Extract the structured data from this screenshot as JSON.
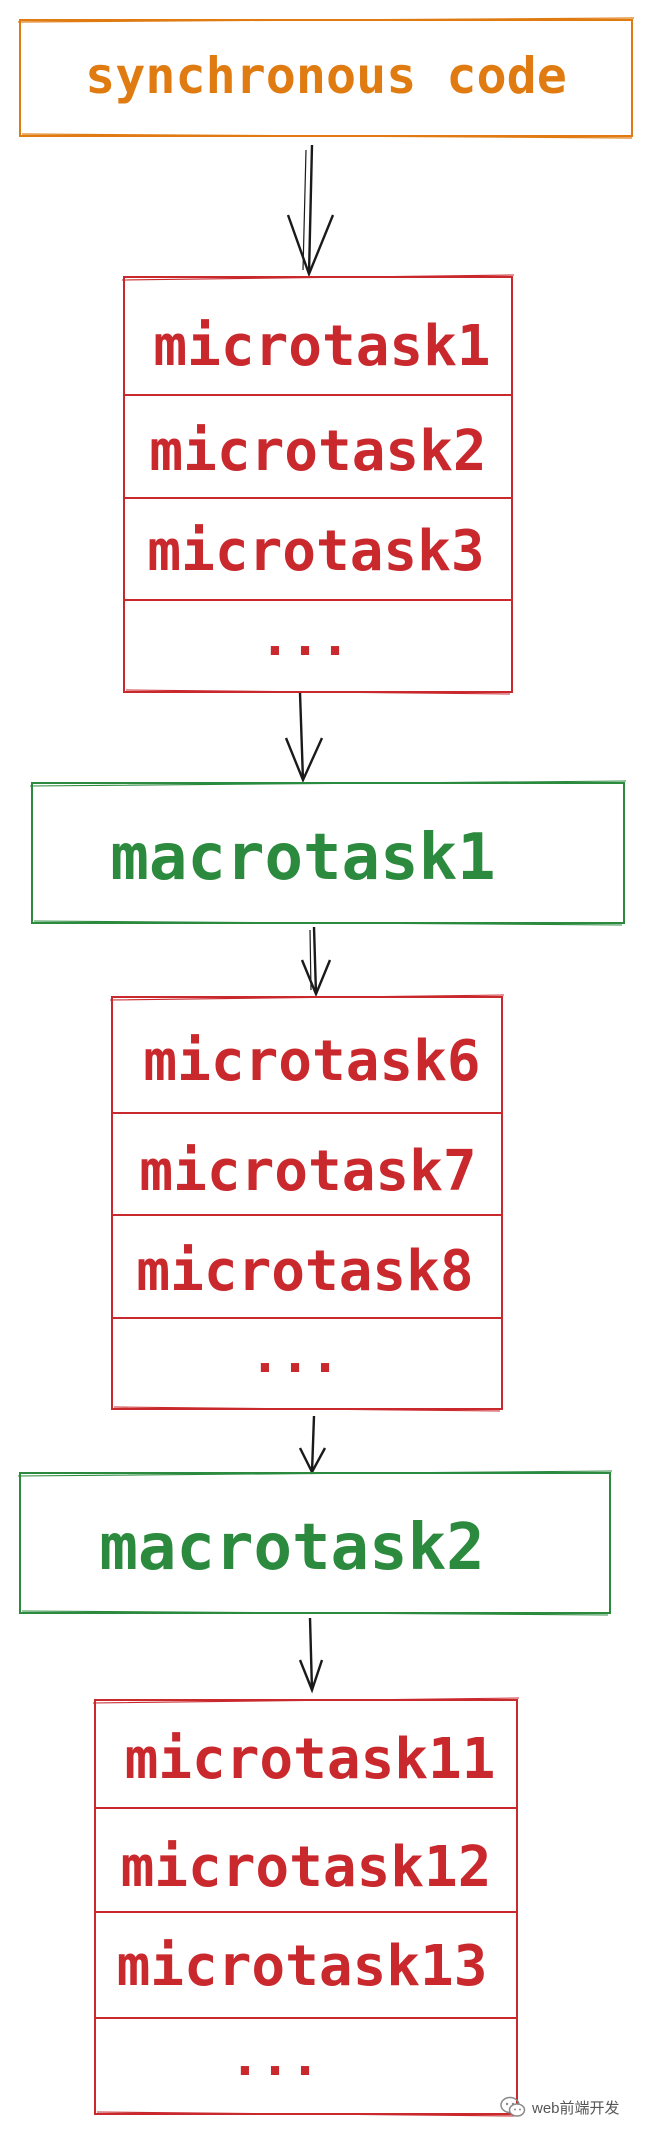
{
  "colors": {
    "orange": "#e07b12",
    "red": "#c9282d",
    "green": "#2b8a3e",
    "arrow": "#1a1a1a"
  },
  "sync_block": {
    "label": "synchronous code"
  },
  "micro_group_1": {
    "items": [
      "microtask1",
      "microtask2",
      "microtask3",
      "..."
    ]
  },
  "macro_1": {
    "label": "macrotask1"
  },
  "micro_group_2": {
    "items": [
      "microtask6",
      "microtask7",
      "microtask8",
      "..."
    ]
  },
  "macro_2": {
    "label": "macrotask2"
  },
  "micro_group_3": {
    "items": [
      "microtask11",
      "microtask12",
      "microtask13",
      "..."
    ]
  },
  "watermark": {
    "text": "web前端开发",
    "icon": "wechat-icon"
  }
}
